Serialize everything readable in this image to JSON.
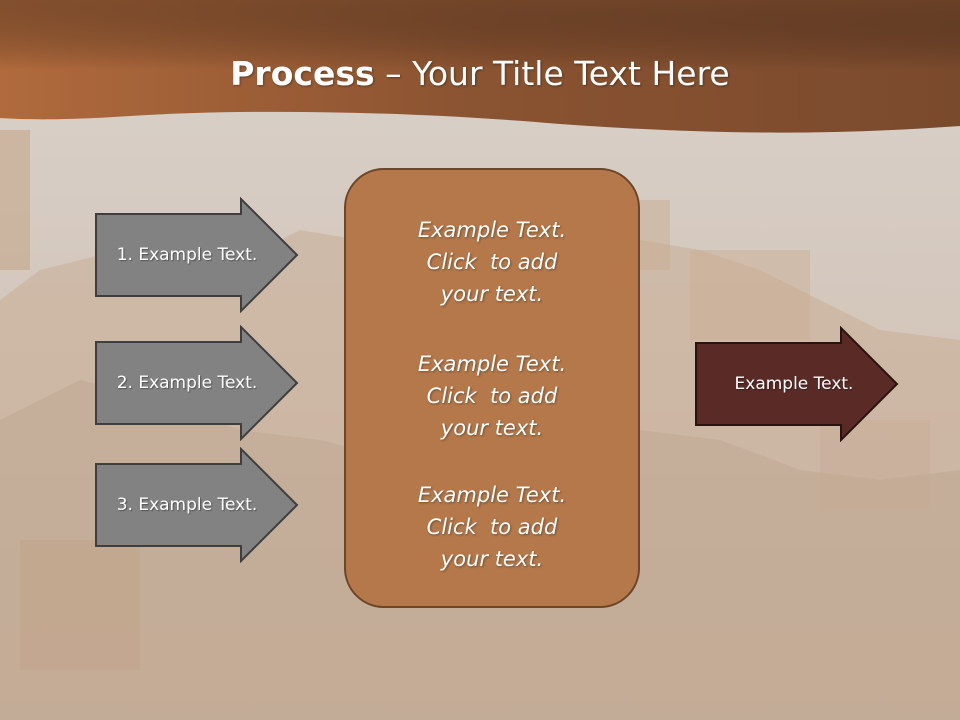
{
  "title": {
    "bold": "Process",
    "rest": " – Your Title Text Here"
  },
  "inputs": [
    {
      "label": "1. Example Text."
    },
    {
      "label": "2. Example Text."
    },
    {
      "label": "3. Example Text."
    }
  ],
  "center_box": {
    "blocks": [
      {
        "lines": [
          "Example Text.",
          "Click  to add",
          "your text."
        ]
      },
      {
        "lines": [
          "Example Text.",
          "Click  to add",
          "your text."
        ]
      },
      {
        "lines": [
          "Example Text.",
          "Click  to add",
          "your text."
        ]
      }
    ]
  },
  "output": {
    "label": "Example Text."
  },
  "colors": {
    "header": "#9a5f36",
    "input_arrow": "#828282",
    "center_box": "#b5784a",
    "output_arrow": "#5a2a27"
  }
}
